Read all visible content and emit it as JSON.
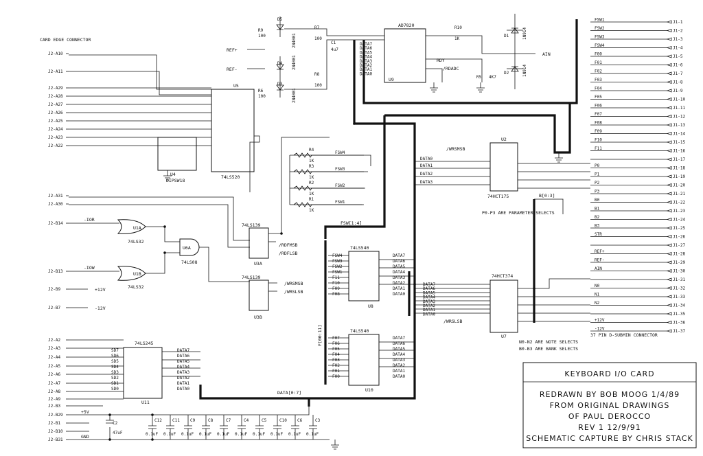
{
  "title_block": {
    "title": "KEYBOARD I/O CARD",
    "line1": "REDRAWN BY BOB MOOG 1/4/89",
    "line2": "FROM ORIGINAL DRAWINGS",
    "line3": "OF PAUL DEROCCO",
    "line4": "REV 1 12/9/91",
    "line5": "SCHEMATIC CAPTURE BY CHRIS STACK"
  },
  "labels": {
    "card_edge": "CARD EDGE CONNECTOR",
    "conn37": "37 PIN D-SUBMIN CONNECTOR",
    "param_note": "P0-P3 ARE PARAMETER SELECTS",
    "note1": "N0-N2 ARE NOTE SELECTS",
    "note2": "B0-B3 ARE BANK SELECTS",
    "data_bus": "DATA[0:7]",
    "fsw_bus": "FSW[1:4]",
    "f_bus": "F[00:11]",
    "b_bus": "B[0:3]",
    "ref_plus": "REF+",
    "ref_minus": "REF-",
    "ain": "AIN",
    "rdadc": "/RDADC",
    "rdy": "RDY",
    "iow": "-IOW",
    "ior": "-IOR",
    "p12": "+12V",
    "m12": "-12V",
    "p5": "+5V",
    "gnd": "GND",
    "rdfmsb": "/RDFMSB",
    "rdflsb": "/RDFLSB",
    "wrsmsb": "/WRSMSB",
    "wrslsb": "/WRSLSB"
  },
  "parts": {
    "u5": "U5",
    "u5_type": "74LS520",
    "u4": "U4",
    "u4_type": "DIPSW18",
    "u9": "U9",
    "u9_type": "AD7820",
    "u2": "U2",
    "u2_type": "74HCT175",
    "u7": "U7",
    "u7_type": "74HCT374",
    "u8": "U8",
    "u8_type": "74LS540",
    "u10": "U10",
    "u10_type": "74LS540",
    "u11": "U11",
    "u11_type": "74LS245",
    "u1a": "U1A",
    "u1b": "U1B",
    "u1_type": "74LS32",
    "u6a": "U6A",
    "u6_type": "74LS08",
    "u3a": "U3A",
    "u3b": "U3B",
    "u3_type": "74LS139"
  },
  "edge_pins": [
    "J2-A10",
    "J2-A11",
    "J2-A29",
    "J2-A28",
    "J2-A27",
    "J2-A26",
    "J2-A25",
    "J2-A24",
    "J2-A23",
    "J2-A22",
    "J2-A31",
    "J2-A30",
    "J2-B14",
    "J2-B13",
    "J2-B9",
    "J2-B7",
    "J2-A2",
    "J2-A3",
    "J2-A4",
    "J2-A5",
    "J2-A6",
    "J2-A7",
    "J2-A8",
    "J2-A9",
    "J2-B3",
    "J2-B29",
    "J2-B1",
    "J2-B10",
    "J2-B31"
  ],
  "j1_pins": [
    {
      "sig": "FSW1",
      "pin": "J1-1"
    },
    {
      "sig": "FSW2",
      "pin": "J1-2"
    },
    {
      "sig": "FSW3",
      "pin": "J1-3"
    },
    {
      "sig": "FSW4",
      "pin": "J1-4"
    },
    {
      "sig": "F00",
      "pin": "J1-5"
    },
    {
      "sig": "F01",
      "pin": "J1-6"
    },
    {
      "sig": "F02",
      "pin": "J1-7"
    },
    {
      "sig": "F03",
      "pin": "J1-8"
    },
    {
      "sig": "F04",
      "pin": "J1-9"
    },
    {
      "sig": "F05",
      "pin": "J1-10"
    },
    {
      "sig": "F06",
      "pin": "J1-11"
    },
    {
      "sig": "F07",
      "pin": "J1-12"
    },
    {
      "sig": "F08",
      "pin": "J1-13"
    },
    {
      "sig": "F09",
      "pin": "J1-14"
    },
    {
      "sig": "F10",
      "pin": "J1-15"
    },
    {
      "sig": "F11",
      "pin": "J1-16"
    },
    {
      "sig": "",
      "pin": "J1-17"
    },
    {
      "sig": "P0",
      "pin": "J1-18"
    },
    {
      "sig": "P1",
      "pin": "J1-19"
    },
    {
      "sig": "P2",
      "pin": "J1-20"
    },
    {
      "sig": "P3",
      "pin": "J1-21"
    },
    {
      "sig": "B0",
      "pin": "J1-22"
    },
    {
      "sig": "B1",
      "pin": "J1-23"
    },
    {
      "sig": "B2",
      "pin": "J1-24"
    },
    {
      "sig": "B3",
      "pin": "J1-25"
    },
    {
      "sig": "STR",
      "pin": "J1-26"
    },
    {
      "sig": "",
      "pin": "J1-27"
    },
    {
      "sig": "REF+",
      "pin": "J1-28"
    },
    {
      "sig": "REF-",
      "pin": "J1-29"
    },
    {
      "sig": "AIN",
      "pin": "J1-30"
    },
    {
      "sig": "",
      "pin": "J1-31"
    },
    {
      "sig": "N0",
      "pin": "J1-32"
    },
    {
      "sig": "N1",
      "pin": "J1-33"
    },
    {
      "sig": "N2",
      "pin": "J1-34"
    },
    {
      "sig": "",
      "pin": "J1-35"
    },
    {
      "sig": "+12V",
      "pin": "J1-36"
    },
    {
      "sig": "-12V",
      "pin": "J1-37"
    }
  ],
  "data_lines": [
    "DATA7",
    "DATA6",
    "DATA5",
    "DATA4",
    "DATA3",
    "DATA2",
    "DATA1",
    "DATA0"
  ],
  "u2_data": [
    "DATA0",
    "DATA1",
    "DATA2",
    "DATA3"
  ],
  "fsw_res": [
    {
      "r": "R4",
      "v": "1K",
      "s": "FSW4"
    },
    {
      "r": "R3",
      "v": "1K",
      "s": "FSW3"
    },
    {
      "r": "R2",
      "v": "1K",
      "s": "FSW2"
    },
    {
      "r": "R1",
      "v": "1K",
      "s": "FSW1"
    }
  ],
  "u8_in": [
    "FSW4",
    "FSW3",
    "FSW2",
    "FSW1",
    "F11",
    "F10",
    "F09",
    "F08"
  ],
  "u10_in": [
    "F07",
    "F06",
    "F05",
    "F04",
    "F03",
    "F02",
    "F01",
    "F00"
  ],
  "u11_sd": [
    "SD7",
    "SD6",
    "SD5",
    "SD4",
    "SD3",
    "SD2",
    "SD1",
    "SD0"
  ],
  "caps": [
    {
      "n": "C12",
      "v": "0.1uF"
    },
    {
      "n": "C11",
      "v": "0.1uF"
    },
    {
      "n": "C9",
      "v": "0.1uF"
    },
    {
      "n": "C8",
      "v": "0.1uF"
    },
    {
      "n": "C7",
      "v": "0.1uF"
    },
    {
      "n": "C4",
      "v": "0.1uF"
    },
    {
      "n": "C5",
      "v": "0.1uF"
    },
    {
      "n": "C10",
      "v": "0.1uF"
    },
    {
      "n": "C6",
      "v": "0.1uF"
    },
    {
      "n": "C3",
      "v": "0.1uF"
    }
  ],
  "c2": {
    "n": "C2",
    "v": "47uF"
  },
  "analog": {
    "r9": "R9",
    "r6": "R6",
    "r7": "R7",
    "r8": "R8",
    "r10": "R10",
    "r5": "R5",
    "r9v": "100",
    "r6v": "100",
    "r7v": "100",
    "r8v": "100",
    "r10v": "1K",
    "r5v": "4K7",
    "c1": "C1",
    "c1v": "4u7",
    "d3": "D3",
    "d4": "D4",
    "d5": "D5",
    "d1": "D1",
    "d2": "D2",
    "d_std": "2N4001",
    "d_sig": "1N914"
  }
}
